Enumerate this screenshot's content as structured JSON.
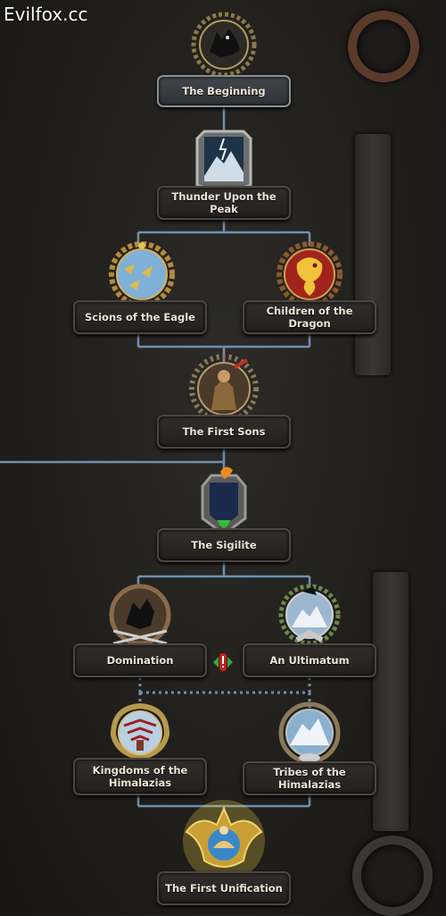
{
  "watermark": "Evilfox.cc",
  "colors": {
    "connector": "#6f8faf",
    "plate_text": "#ece5d6",
    "glow": "#ffe24a"
  },
  "foci": [
    {
      "id": "beginning",
      "label": "The Beginning",
      "icon": "black-wolf-emblem-icon",
      "selected": true
    },
    {
      "id": "thunder",
      "label": "Thunder Upon the Peak",
      "icon": "storm-mountain-icon"
    },
    {
      "id": "eagle",
      "label": "Scions of the Eagle",
      "icon": "eagles-icon"
    },
    {
      "id": "dragon",
      "label": "Children of the Dragon",
      "icon": "golden-dragon-icon"
    },
    {
      "id": "first-sons",
      "label": "The First Sons",
      "icon": "warrior-icon"
    },
    {
      "id": "sigilite",
      "label": "The Sigilite",
      "icon": "flaming-banner-icon"
    },
    {
      "id": "domination",
      "label": "Domination",
      "icon": "wolf-swords-icon"
    },
    {
      "id": "ultimatum",
      "label": "An Ultimatum",
      "icon": "handshake-icon"
    },
    {
      "id": "kingdoms",
      "label": "Kingdoms of the Himalazias",
      "icon": "pagoda-icon"
    },
    {
      "id": "tribes",
      "label": "Tribes of the Himalazias",
      "icon": "mountain-village-icon"
    },
    {
      "id": "unification",
      "label": "The First Unification",
      "icon": "emperor-icon",
      "glow": true
    }
  ],
  "mutually_exclusive_icon": "warning-icon"
}
